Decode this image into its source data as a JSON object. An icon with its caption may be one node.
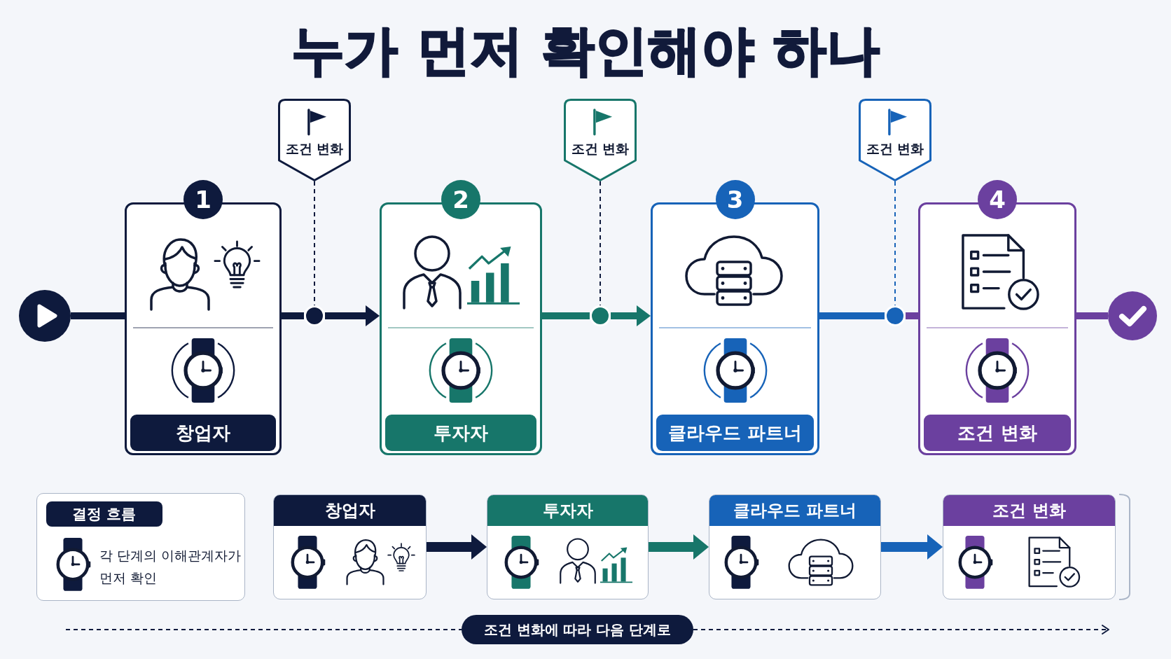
{
  "diagram": {
    "title": "누가 먼저 확인해야 하나",
    "nodes": [
      {
        "text": [],
        "shape": "circle"
      },
      {
        "text": [
          "1",
          "창업자"
        ]
      },
      {
        "text": [
          "조건 변화"
        ]
      },
      {
        "text": [],
        "shape": "circle"
      },
      {
        "text": [
          "2",
          "투자자"
        ]
      },
      {
        "text": [
          "조건 변화"
        ]
      },
      {
        "text": [],
        "shape": "circle"
      },
      {
        "text": [
          "3",
          "클라우드 파트너"
        ]
      },
      {
        "text": [
          "조건 변화"
        ]
      },
      {
        "text": [],
        "shape": "circle"
      },
      {
        "text": [
          "4",
          "조건 변화"
        ]
      },
      {
        "text": [],
        "shape": "circle"
      },
      {
        "text": [
          "결정 흐름",
          "각 단계의 이해관계자가 먼저 확인"
        ]
      },
      {
        "text": [
          "창업자"
        ]
      },
      {
        "text": [
          "투자자"
        ]
      },
      {
        "text": [
          "클라우드 파트너"
        ]
      },
      {
        "text": [
          "조건 변화"
        ]
      },
      {
        "text": [
          "조건 변화에 따라 다음 단계로"
        ]
      }
    ],
    "edges": [
      {
        "from": 0,
        "to": 1,
        "arrow": "none"
      },
      {
        "from": 1,
        "to": 3,
        "arrow": "none"
      },
      {
        "from": 3,
        "to": 4,
        "arrow": "to"
      },
      {
        "from": 4,
        "to": 6,
        "arrow": "none",
        "color": "#17766a"
      },
      {
        "from": 6,
        "to": 7,
        "arrow": "to",
        "color": "#17766a"
      },
      {
        "from": 7,
        "to": 9,
        "arrow": "none",
        "color": "#1763b8"
      },
      {
        "from": 9,
        "to": 10,
        "arrow": "none",
        "color": "#6b409f"
      },
      {
        "from": 10,
        "to": 11,
        "arrow": "none",
        "color": "#6b409f"
      },
      {
        "from": 2,
        "to": 3,
        "arrow": "none",
        "style": "dashed"
      },
      {
        "from": 5,
        "to": 6,
        "arrow": "none",
        "style": "dashed"
      },
      {
        "from": 8,
        "to": 9,
        "arrow": "none",
        "style": "dashed",
        "color": "#1763b8"
      },
      {
        "from": 13,
        "to": 14,
        "arrow": "to"
      },
      {
        "from": 14,
        "to": 15,
        "arrow": "to",
        "color": "#17766a"
      },
      {
        "from": 15,
        "to": 16,
        "arrow": "to",
        "color": "#1763b8"
      },
      {
        "from": null,
        "to": 17,
        "arrow": "none",
        "style": "dashed"
      },
      {
        "from": 17,
        "to": null,
        "arrow": "to",
        "style": "dashed"
      }
    ]
  }
}
